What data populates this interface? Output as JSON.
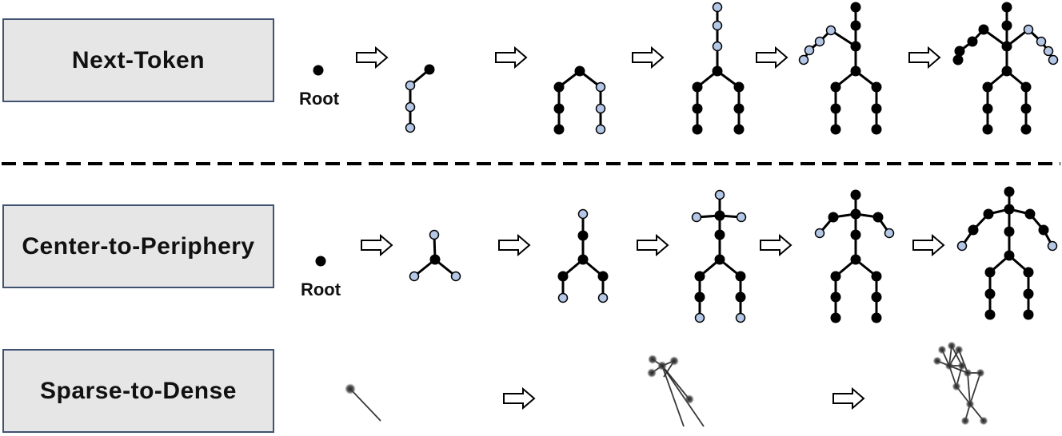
{
  "rows": {
    "next_token": "Next-Token",
    "center_to_periphery": "Center-to-Periphery",
    "sparse_to_dense": "Sparse-to-Dense"
  },
  "root_label": "Root",
  "colors": {
    "filled_node": "#000000",
    "new_node": "#b4c7e7",
    "edge": "#000000",
    "box_fill": "#e6e6e6",
    "box_border": "#3f5272"
  }
}
